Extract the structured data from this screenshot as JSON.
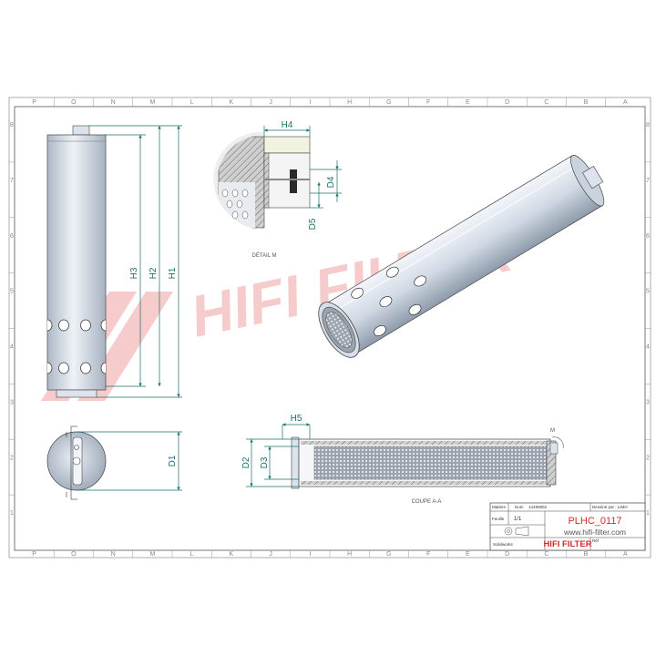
{
  "border": {
    "columns": [
      "P",
      "O",
      "N",
      "M",
      "L",
      "K",
      "J",
      "I",
      "H",
      "G",
      "F",
      "E",
      "D",
      "C",
      "B",
      "A"
    ],
    "rows": [
      "8",
      "7",
      "6",
      "5",
      "4",
      "3",
      "2",
      "1"
    ]
  },
  "watermark": {
    "text": "HIFI FILTER",
    "color": "#e04848"
  },
  "views": {
    "front": {
      "dims": {
        "h1": "H1",
        "h2": "H2",
        "h3": "H3"
      }
    },
    "end": {
      "dims": {
        "d1": "D1"
      }
    },
    "detail": {
      "caption": "DÉTAIL M",
      "dims": {
        "h4": "H4",
        "d4": "D4",
        "d5": "D5"
      }
    },
    "section": {
      "caption": "COUPE A-A",
      "marker": "M",
      "dims": {
        "h5": "H5",
        "d2": "D2",
        "d3": "D3"
      }
    }
  },
  "title_block": {
    "nom_label": "Nom",
    "nom_value": "14490802",
    "dessine_label": "Dessiné par : LIMO",
    "matiere_label": "Matière",
    "feuille_label": "Feuille",
    "feuille_value": "1/1",
    "solidworks_label": "Solidworks",
    "reference": "PLHC_0117",
    "website": "www.hifi-filter.com",
    "brand": "HIFI FILTER",
    "ref_label": "Réf"
  },
  "colors": {
    "dimension": "#1a6f6f",
    "brand_red": "#d42a2a",
    "part_fill": "#d8e1ec"
  }
}
